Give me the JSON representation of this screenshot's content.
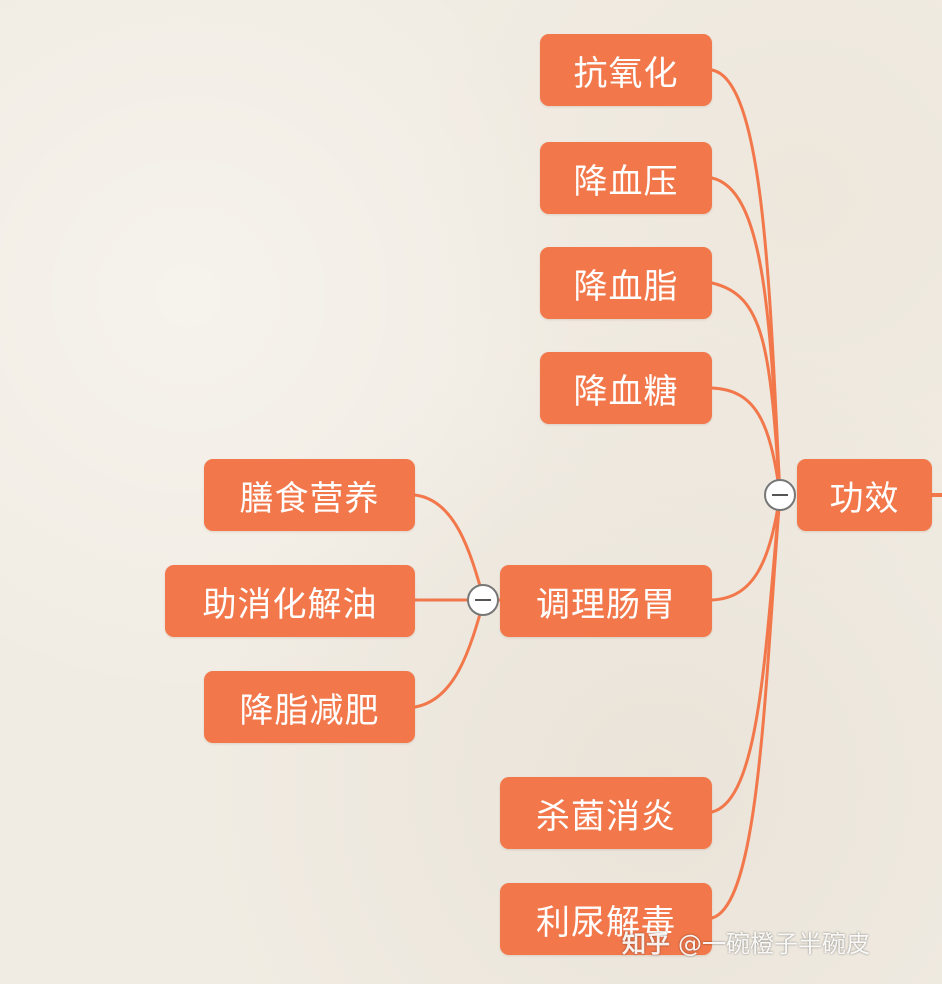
{
  "mindmap": {
    "line_color": "#f2784b",
    "node_color": "#f2784b",
    "root": {
      "label": "功效"
    },
    "branches": [
      {
        "label": "抗氧化"
      },
      {
        "label": "降血压"
      },
      {
        "label": "降血脂"
      },
      {
        "label": "降血糖"
      },
      {
        "label": "调理肠胃",
        "children": [
          {
            "label": "膳食营养"
          },
          {
            "label": "助消化解油"
          },
          {
            "label": "降脂减肥"
          }
        ]
      },
      {
        "label": "杀菌消炎"
      },
      {
        "label": "利尿解毒"
      }
    ]
  },
  "watermark": {
    "brand": "知乎",
    "author": "@一碗橙子半碗皮"
  }
}
